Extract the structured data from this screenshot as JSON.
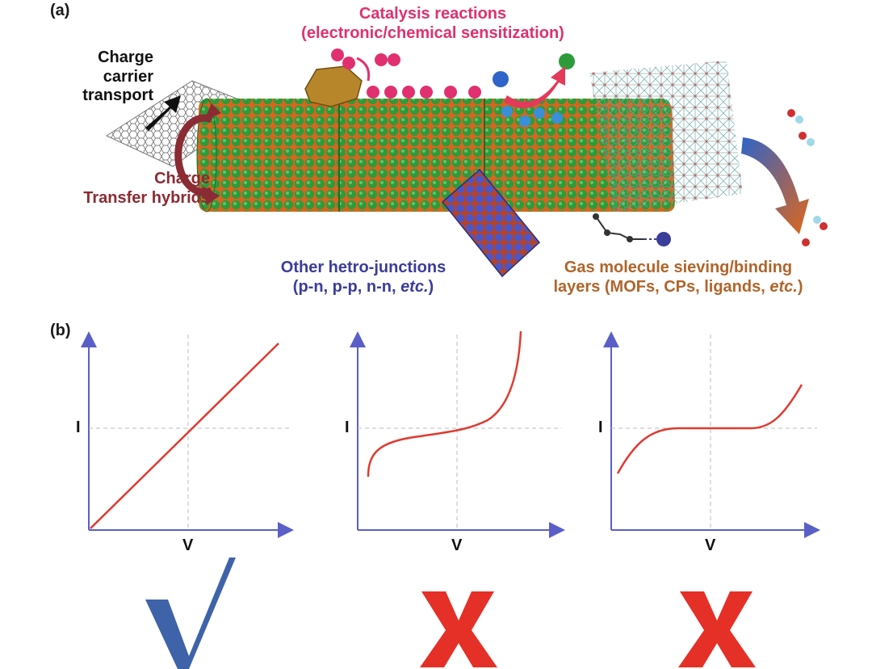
{
  "panel_a": {
    "label": "(a)",
    "catalysis": {
      "line1": "Catalysis reactions",
      "line2": "(electronic/chemical sensitization)"
    },
    "charge_carrier": {
      "line1": "Charge",
      "line2": "carrier",
      "line3": "transport"
    },
    "charge_transfer": {
      "line1": "Charge",
      "line2": "Transfer hybrids"
    },
    "heterojunctions": {
      "line1": "Other hetro-junctions",
      "line2_prefix": "(p-n, p-p, n-n, ",
      "line2_etc": "etc.",
      "line2_suffix": ")"
    },
    "gas_layers": {
      "line1": "Gas molecule sieving/binding",
      "line2_prefix": "layers (MOFs, CPs, ligands, ",
      "line2_etc": "etc.",
      "line2_suffix": ")"
    }
  },
  "panel_b": {
    "label": "(b)",
    "plots": [
      {
        "y_label": "I",
        "x_label": "V",
        "shape": "linear",
        "verdict": "√"
      },
      {
        "y_label": "I",
        "x_label": "V",
        "shape": "nonlinear-cubic",
        "verdict": "X"
      },
      {
        "y_label": "I",
        "x_label": "V",
        "shape": "nonlinear-plateau",
        "verdict": "X"
      }
    ]
  },
  "colors": {
    "catalysis": "#e0306f",
    "charge_transfer": "#8b2b33",
    "heterojunction": "#3a3d9a",
    "gas_layer": "#b0652b",
    "axis": "#5a5fc8",
    "curve": "#e03a2f",
    "check": "#3f63a8",
    "cross": "#e53027"
  }
}
